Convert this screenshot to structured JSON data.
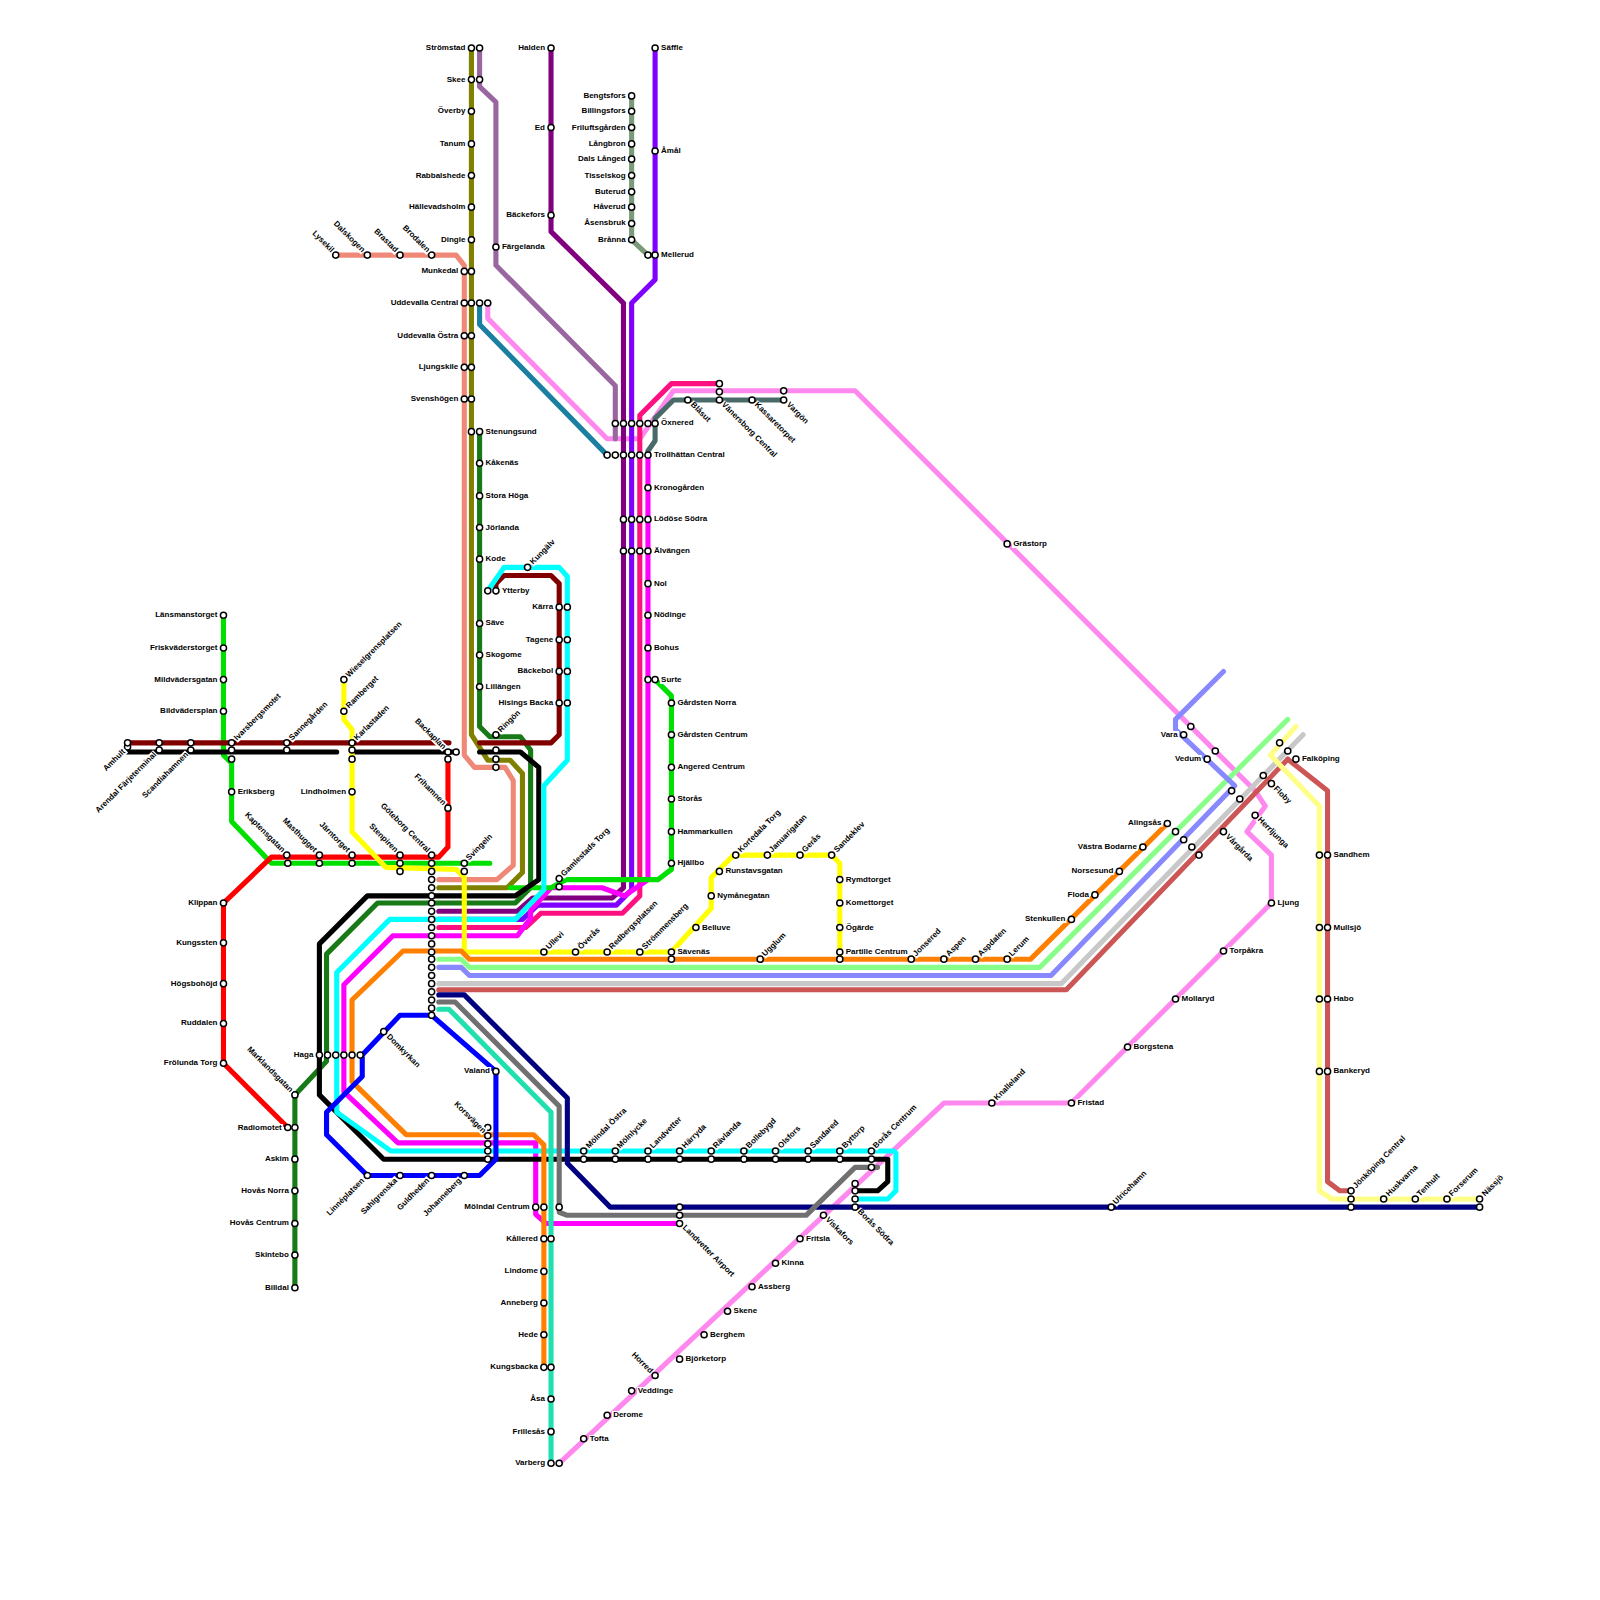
{
  "diagram": {
    "labels": [
      "Strömstad",
      "Skee",
      "Överby",
      "Tanum",
      "Rabbalshede",
      "Hällevadsholm",
      "Dingle",
      "Munkedal",
      "Uddevalla Central",
      "Uddevalla Östra",
      "Ljungskile",
      "Svenshögen",
      "Stenungsund",
      "Kåkenäs",
      "Stora Höga",
      "Jörlanda",
      "Kode",
      "Ytterby",
      "Säve",
      "Skogome",
      "Lillängen",
      "Kungälv",
      "Kärra",
      "Tagene",
      "Bäckebol",
      "Hisings Backa",
      "Ringön",
      "Backaplan",
      "Frihamnen",
      "Lysekil",
      "Dalskogen",
      "Brastad",
      "Brodalen",
      "Färgelanda",
      "Halden",
      "Ed",
      "Bäckefors",
      "Bengtsfors",
      "Billingsfors",
      "Friluftsgården",
      "Långbron",
      "Dals Långed",
      "Tisselskog",
      "Buterud",
      "Håverud",
      "Åsensbruk",
      "Brånna",
      "Säffle",
      "Åmål",
      "Mellerud",
      "Öxnered",
      "Trollhättan Central",
      "Blåsut",
      "Vänersborg Central",
      "Kassaretorpet",
      "Vargön",
      "Grästorp",
      "Kronogården",
      "Lödöse Södra",
      "Älvängen",
      "Nol",
      "Nödinge",
      "Bohus",
      "Surte",
      "Gårdsten Norra",
      "Gårdsten Centrum",
      "Angered Centrum",
      "Storås",
      "Hammarkullen",
      "Hjällbo",
      "Gamlestads Torg",
      "Ullevi",
      "Överås",
      "Redbergsplatsen",
      "Strömmensberg",
      "Sävenäs",
      "Belluve",
      "Nymånegatan",
      "Runstavsgatan",
      "Kortedala Torg",
      "Januarigatan",
      "Gerås",
      "Sandeklev",
      "Rymdtorget",
      "Komettorget",
      "Ögärde",
      "Partille Centrum",
      "Ugglum",
      "Jonsered",
      "Aspen",
      "Aspdalen",
      "Lerum",
      "Stenkullen",
      "Floda",
      "Norsesund",
      "Västra Bodarne",
      "Alingsås",
      "Vårgårda",
      "Herrljunga",
      "Vara",
      "Vedum",
      "Falköping",
      "Floby",
      "Ljung",
      "Torpåkra",
      "Mollaryd",
      "Borgstena",
      "Fristad",
      "Knalleland",
      "Sandhem",
      "Mullsjö",
      "Habo",
      "Bankeryd",
      "Jönköping Central",
      "Huskvarna",
      "Tenhult",
      "Forserum",
      "Nässjö",
      "Ulricehamn",
      "Borås Centrum",
      "Borås Södra",
      "Viskafors",
      "Fritsla",
      "Kinna",
      "Assberg",
      "Skene",
      "Berghem",
      "Björketorp",
      "Horred",
      "Veddinge",
      "Derome",
      "Tofta",
      "Varberg",
      "Frillesås",
      "Åsa",
      "Kungsbacka",
      "Hede",
      "Anneberg",
      "Lindome",
      "Kållered",
      "Mölndal Centrum",
      "Landvetter Airport",
      "Mölndal Östra",
      "Mölnlycke",
      "Landvetter",
      "Härryda",
      "Rävlanda",
      "Bollebygd",
      "Olsfors",
      "Sandared",
      "Byttorp",
      "Korsvägen",
      "Valand",
      "Johanneberg",
      "Guldheden",
      "Sahlgrenska",
      "Linnéplatsen",
      "Domkyrkan",
      "Haga",
      "Kaptensgatan",
      "Masthugget",
      "Järntorget",
      "Stenpiren",
      "Göteborg Central",
      "Svingeln",
      "Lindholmen",
      "Karlastaden",
      "Ramberget",
      "Wieselgrensplatsen",
      "Eriksberg",
      "Ivarsbergsmotet",
      "Sannegården",
      "Bildvädersplan",
      "Mildvädersgatan",
      "Friskväderstorget",
      "Länsmanstorget",
      "Amhult",
      "Arendal Färjeterminal",
      "Scandiahamnen",
      "Klippan",
      "Kungssten",
      "Högsbohöjd",
      "Ruddalen",
      "Frölunda Torg",
      "Radiomotet",
      "Marklandsgatan",
      "Askim",
      "Hovås Norra",
      "Hovås Centrum",
      "Skintebo",
      "Billdal"
    ]
  }
}
